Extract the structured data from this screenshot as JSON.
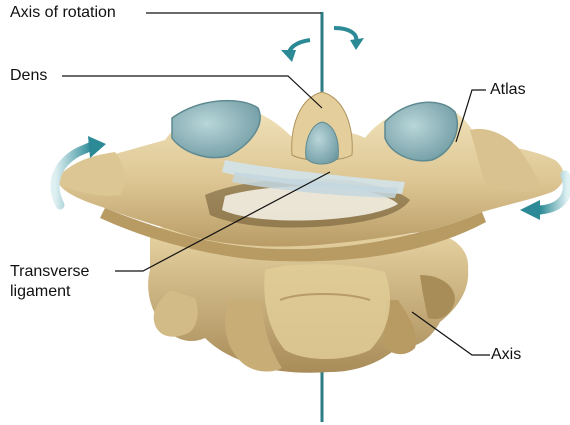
{
  "figure": {
    "labels": {
      "axis_of_rotation": "Axis of rotation",
      "dens": "Dens",
      "atlas": "Atlas",
      "transverse_line1": "Transverse",
      "transverse_line2": "ligament",
      "axis": "Axis"
    },
    "colors": {
      "bone": "#e6d4a4",
      "bone_shadow": "#c2a772",
      "bone_dark": "#9c8150",
      "cartilage": "#8fb9be",
      "ligament": "#d3e3ea",
      "rotation_arrow": "#2c8a96",
      "axis_line": "#2d7d86",
      "leader_line": "#111111"
    }
  }
}
